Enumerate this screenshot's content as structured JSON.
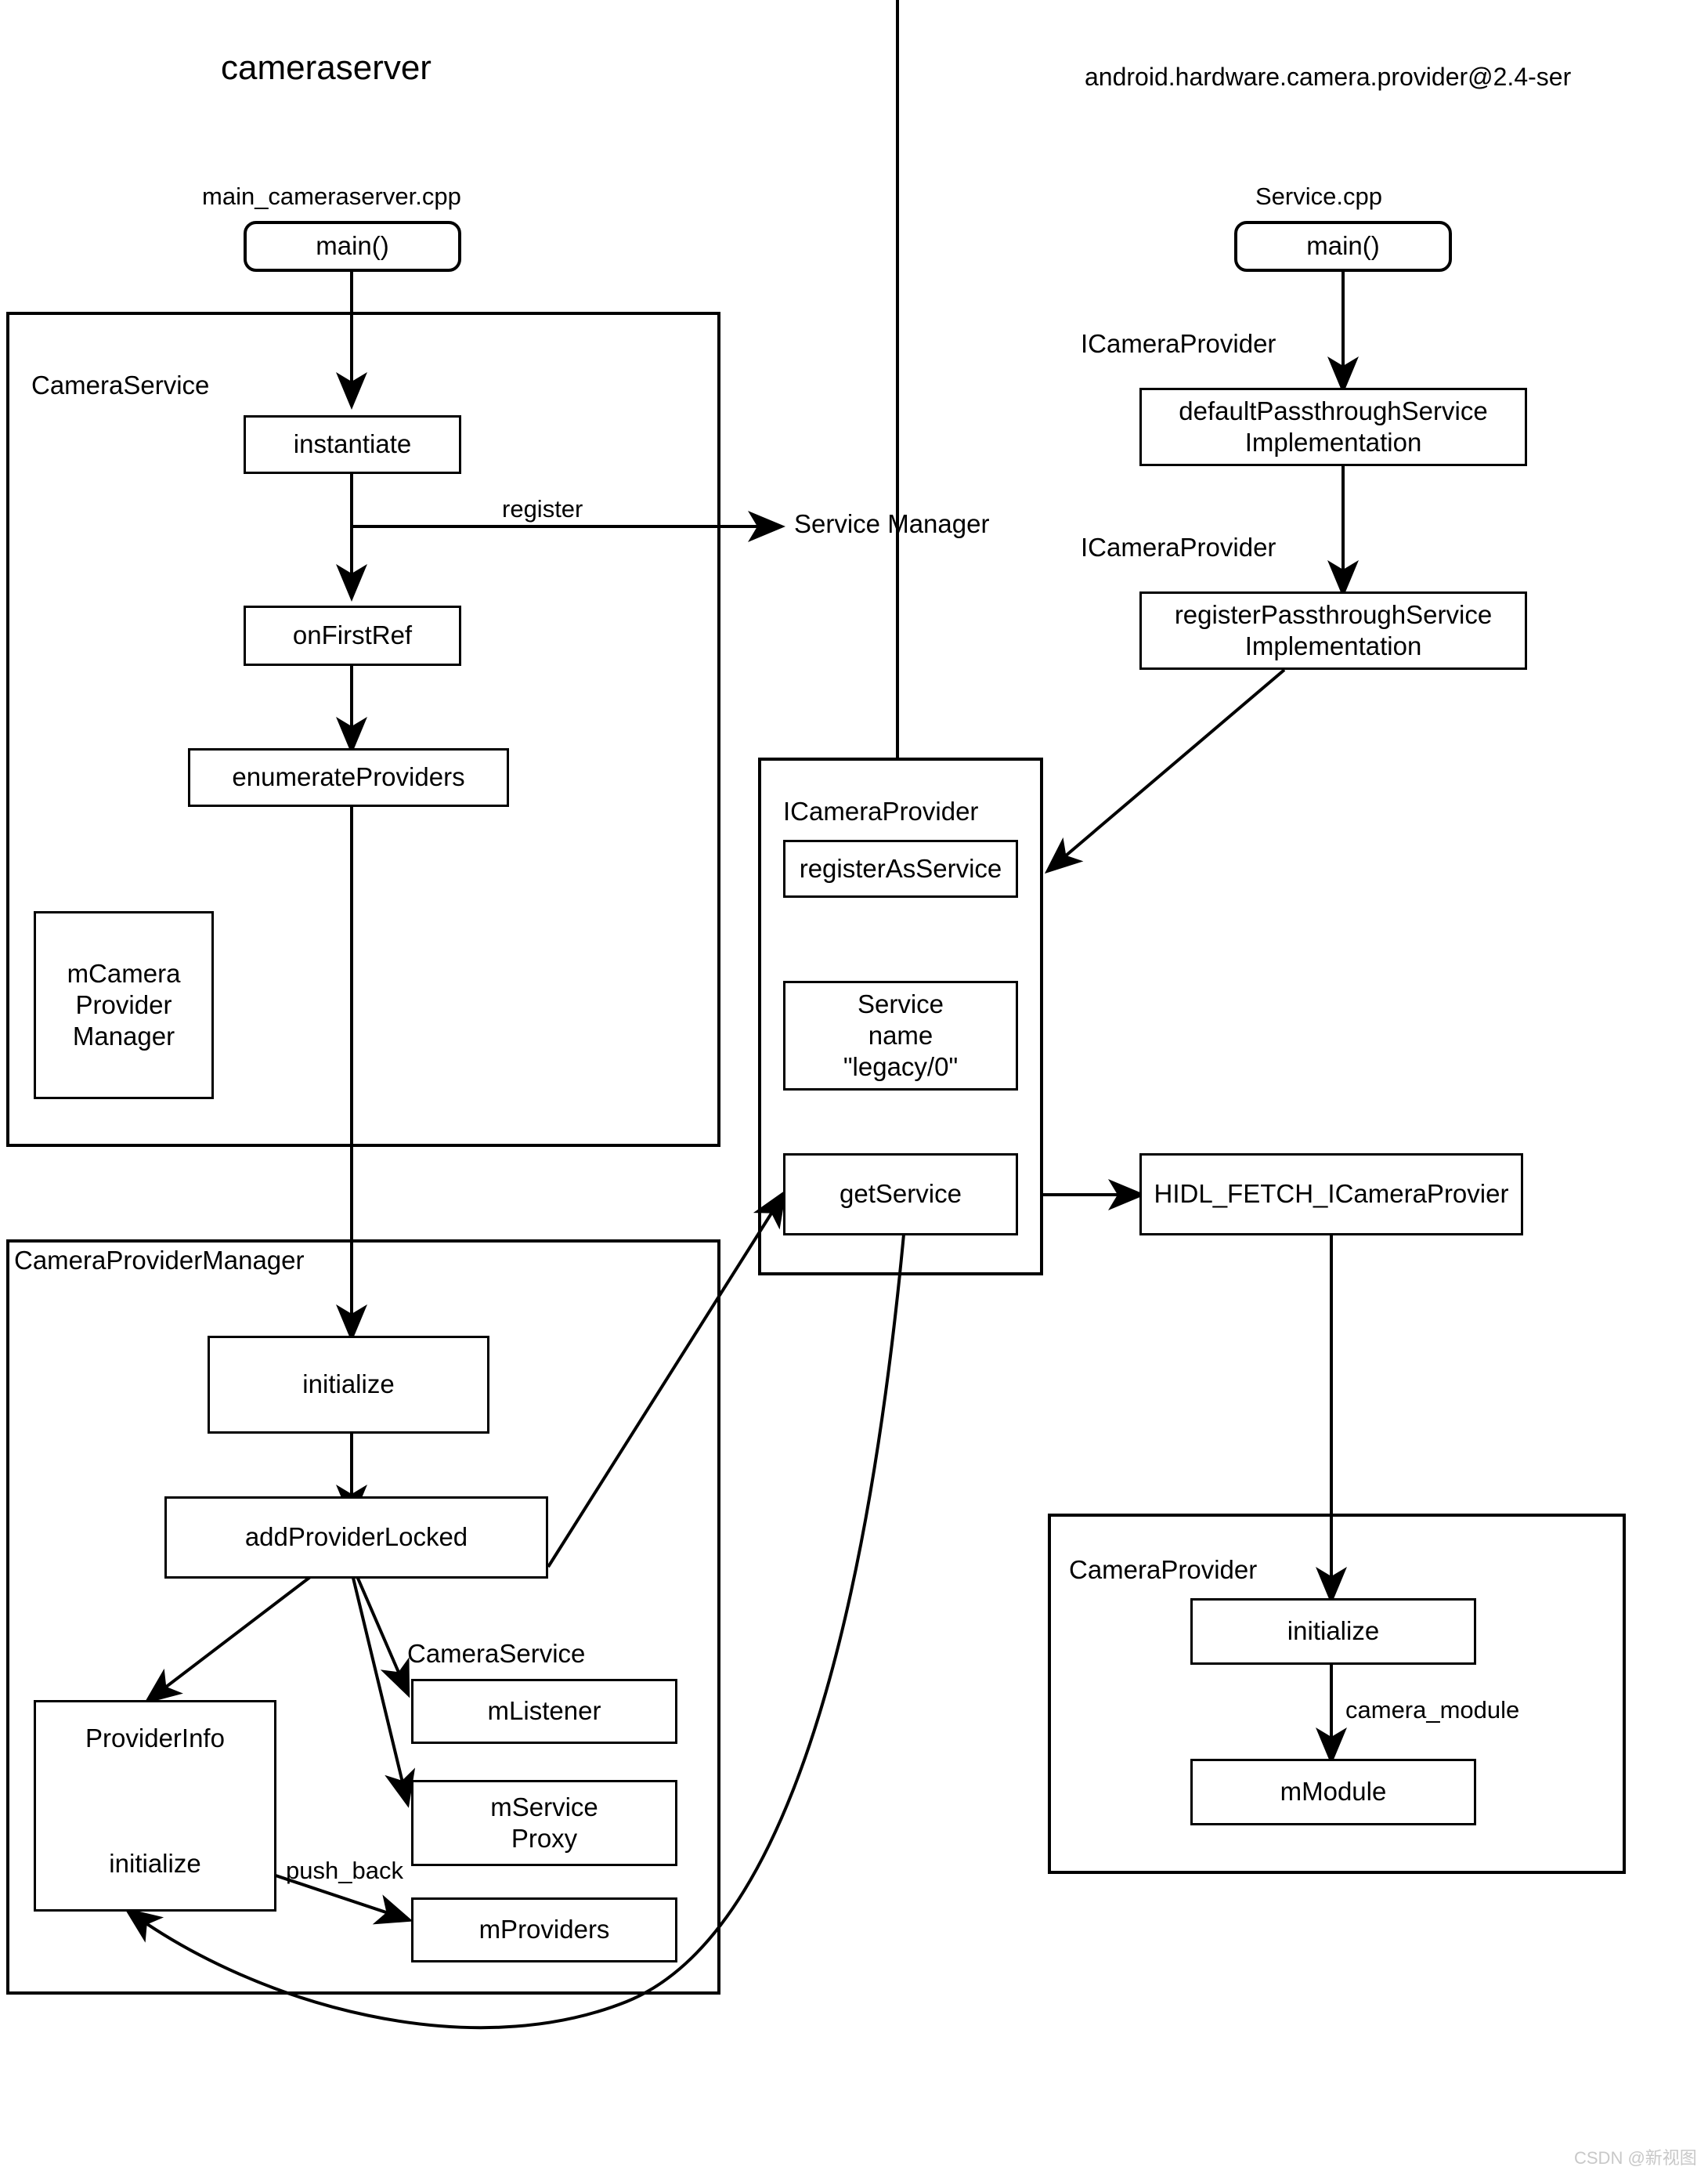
{
  "diagram": {
    "type": "flow-diagram",
    "columns": {
      "left_title": "cameraserver",
      "right_title": "android.hardware.camera.provider@2.4-ser"
    },
    "file_labels": {
      "left": "main_cameraserver.cpp",
      "right": "Service.cpp"
    },
    "entry_nodes": {
      "left_main": "main()",
      "right_main": "main()"
    },
    "service_manager": "Service Manager",
    "groups": {
      "camera_service": "CameraService",
      "camera_provider_manager": "CameraProviderManager",
      "i_camera_provider": "ICameraProvider",
      "camera_provider": "CameraProvider",
      "camera_service_inner": "CameraService"
    },
    "interface_labels": {
      "default_passthrough": "ICameraProvider",
      "register_passthrough": "ICameraProvider"
    },
    "nodes": {
      "instantiate": "instantiate",
      "on_first_ref": "onFirstRef",
      "enumerate_providers": "enumerateProviders",
      "m_camera_provider_manager": "mCamera\nProvider\nManager",
      "cpm_initialize": "initialize",
      "add_provider_locked": "addProviderLocked",
      "provider_info": "ProviderInfo",
      "provider_info_initialize": "initialize",
      "m_listener": "mListener",
      "m_service_proxy": "mService\nProxy",
      "m_providers": "mProviders",
      "register_as_service": "registerAsService",
      "service_name": "Service\nname\n\"legacy/0\"",
      "get_service": "getService",
      "default_passthrough_impl": "defaultPassthroughService\nImplementation",
      "register_passthrough_impl": "registerPassthroughService\nImplementation",
      "hidl_fetch": "HIDL_FETCH_ICameraProvier",
      "cp_initialize": "initialize",
      "m_module": "mModule"
    },
    "edge_labels": {
      "register": "register",
      "push_back": "push_back",
      "camera_module": "camera_module"
    },
    "watermark": "CSDN @新视图",
    "colors": {
      "stroke": "#000000",
      "background": "#ffffff",
      "watermark": "#c8c8c8"
    }
  }
}
